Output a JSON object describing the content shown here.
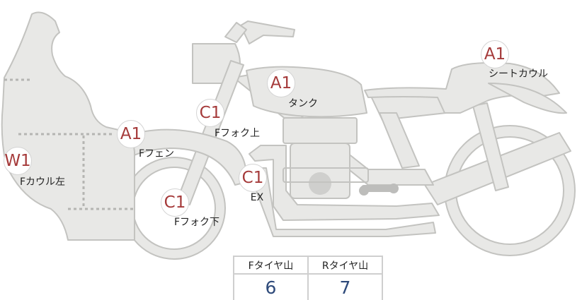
{
  "parts": [
    {
      "id": "seat-cowl",
      "grade": "A1",
      "label": "シートカウル"
    },
    {
      "id": "tank",
      "grade": "A1",
      "label": "タンク"
    },
    {
      "id": "fork-upper",
      "grade": "C1",
      "label": "Fフォク上"
    },
    {
      "id": "front-fender",
      "grade": "A1",
      "label": "Fフェン"
    },
    {
      "id": "front-cowl-left",
      "grade": "W1",
      "label": "Fカウル左"
    },
    {
      "id": "exhaust",
      "grade": "C1",
      "label": "EX"
    },
    {
      "id": "fork-lower",
      "grade": "C1",
      "label": "Fフォク下"
    }
  ],
  "tire_tread": {
    "headers": [
      "Fタイヤ山",
      "Rタイヤ山"
    ],
    "values": [
      "6",
      "7"
    ]
  },
  "colors": {
    "body_fill": "#e8e8e6",
    "body_stroke": "#c3c3c0",
    "grade_text": "#a53a3a",
    "tread_value": "#2e4a7a"
  }
}
